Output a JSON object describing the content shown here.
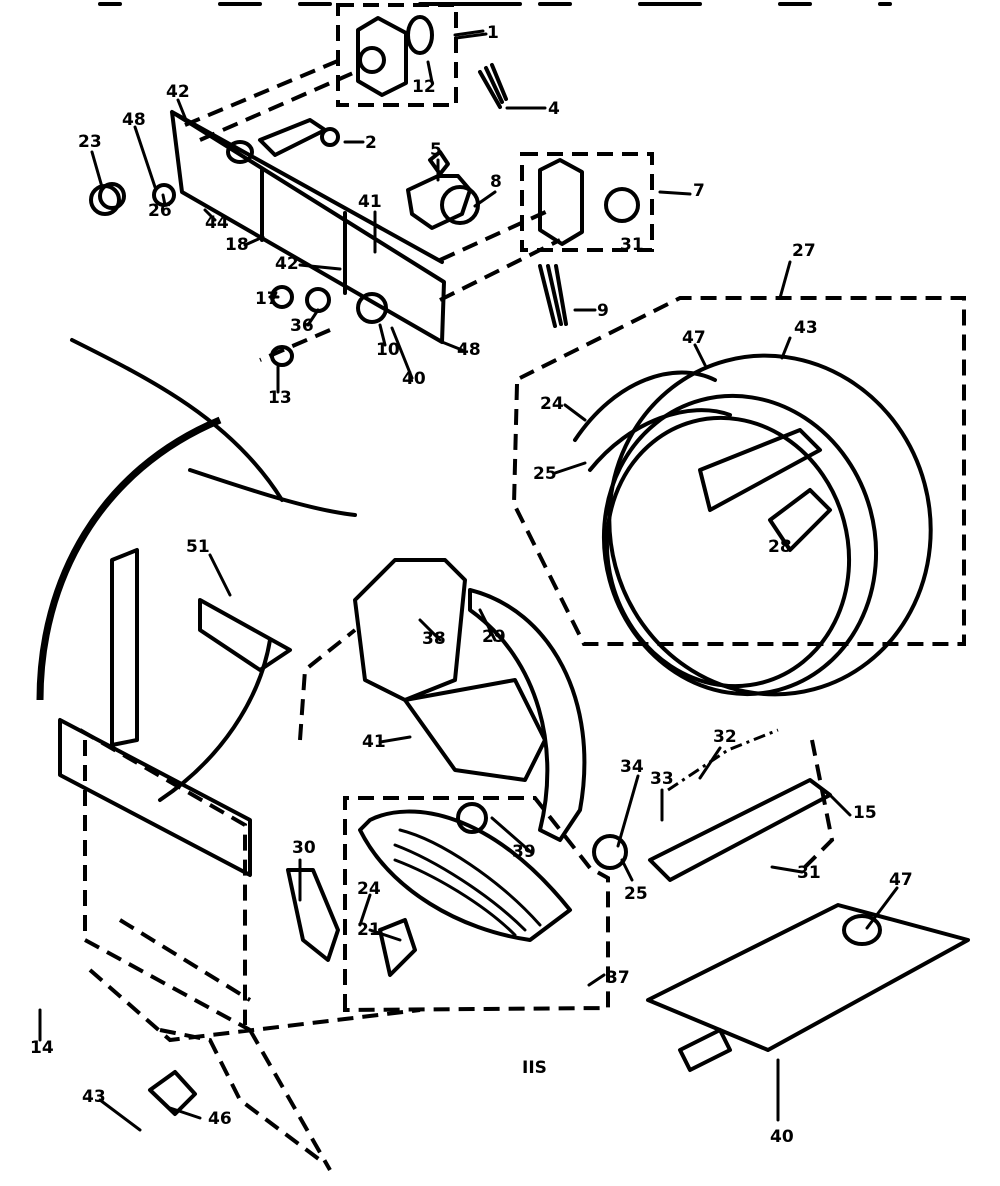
{
  "diagram": {
    "figure_code": "IIS",
    "callouts": [
      "1",
      "12",
      "4",
      "42",
      "48",
      "2",
      "23",
      "26",
      "44",
      "18",
      "5",
      "8",
      "7",
      "31",
      "27",
      "41",
      "42",
      "17",
      "36",
      "10",
      "40",
      "48",
      "13",
      "9",
      "47",
      "43",
      "24",
      "25",
      "28",
      "51",
      "38",
      "29",
      "41",
      "32",
      "34",
      "33",
      "15",
      "39",
      "25",
      "31",
      "30",
      "24",
      "21",
      "47",
      "37",
      "14",
      "40",
      "43",
      "46"
    ]
  }
}
